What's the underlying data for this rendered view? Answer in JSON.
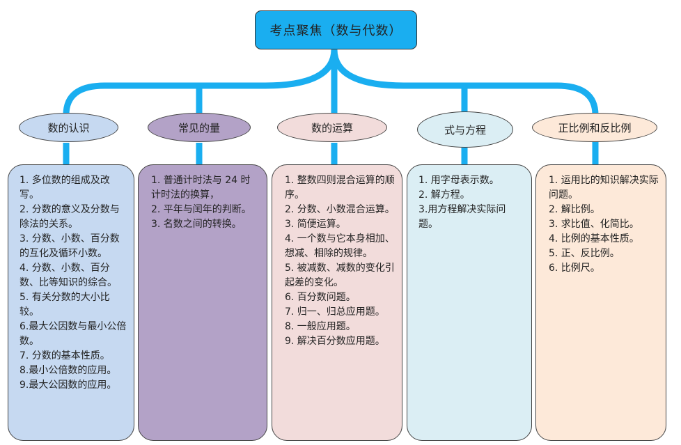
{
  "title": "考点聚焦（数与代数）",
  "colors": {
    "connector": "#1aaef0",
    "root": "#1aaef0",
    "cat1": "#c6d9f1",
    "cat2": "#b3a2c7",
    "cat3": "#f2dcdb",
    "cat4": "#dbeef4",
    "cat5": "#fde9d9"
  },
  "categories": [
    {
      "label": "数的认识",
      "items": [
        "1. 多位数的组成及改写。",
        "2. 分数的意义及分数与除法的关系。",
        "3. 分数、小数、百分数的互化及循环小数。",
        "4. 分数、小数、百分数、比等知识的综合。",
        "5. 有关分数的大小比较。",
        "6.最大公因数与最小公倍数。",
        "7. 分数的基本性质。",
        "8.最小公倍数的应用。",
        "9.最大公因数的应用。"
      ]
    },
    {
      "label": "常见的量",
      "items": [
        "1. 普通计时法与 24 时计时法的换算，",
        "2. 平年与闰年的判断。",
        "3. 名数之间的转换。"
      ]
    },
    {
      "label": "数的运算",
      "items": [
        "1. 整数四则混合运算的顺序。",
        "2. 分数、小数混合运算。",
        "3. 简便运算。",
        "4. 一个数与它本身相加、想减、相除的规律。",
        "5. 被减数、减数的变化引起差的变化。",
        "6. 百分数问题。",
        "7. 归一、归总应用题。",
        "8. 一般应用题。",
        "9. 解决百分数应用题。"
      ]
    },
    {
      "label": "式与方程",
      "items": [
        "1. 用字母表示数。",
        "2. 解方程。",
        "3.用方程解决实际问题。"
      ]
    },
    {
      "label": "正比例和反比例",
      "items": [
        "1. 运用比的知识解决实际问题。",
        "2. 解比例。",
        "3. 求比值、化简比。",
        "4. 比例的基本性质。",
        "5. 正、反比例。",
        "6. 比例尺。"
      ]
    }
  ]
}
